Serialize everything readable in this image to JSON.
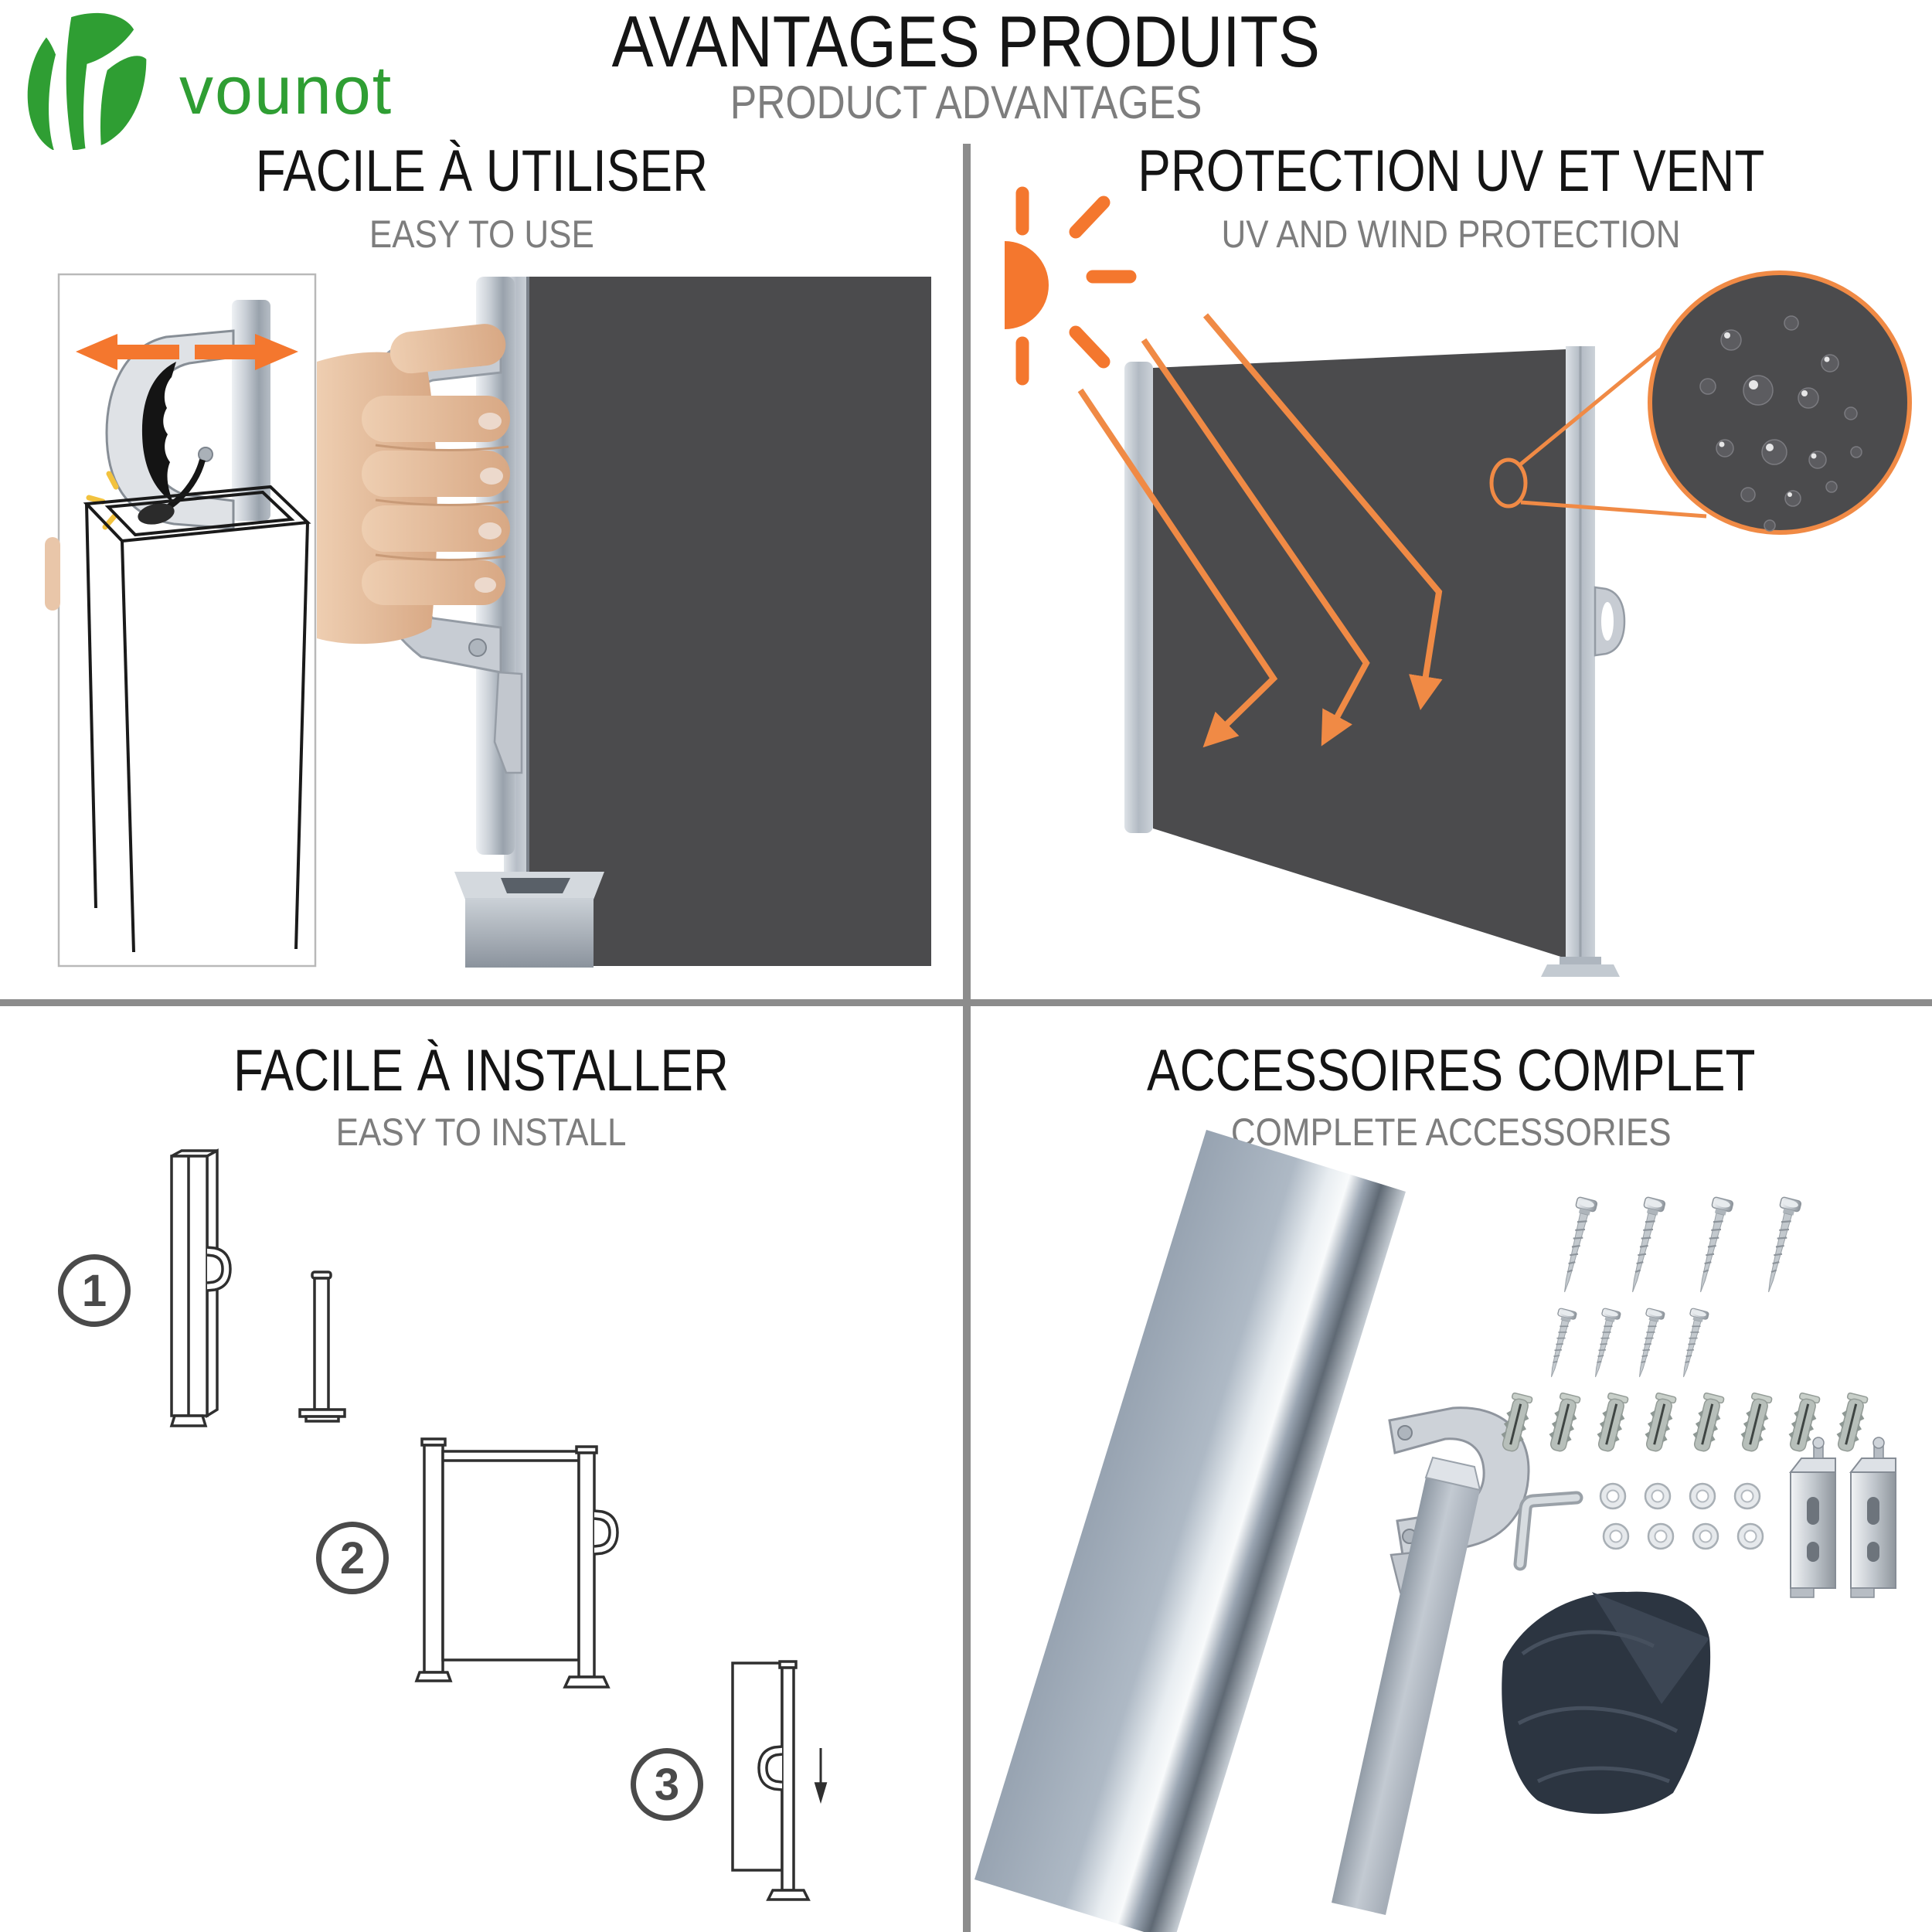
{
  "brand": {
    "name": "vounot"
  },
  "header": {
    "title": "AVANTAGES PRODUITS",
    "subtitle": "PRODUCT ADVANTAGES"
  },
  "quadrants": {
    "q1": {
      "title": "FACILE À UTILISER",
      "subtitle": "EASY TO USE"
    },
    "q2": {
      "title": "PROTECTION UV ET VENT",
      "subtitle": "UV AND WIND PROTECTION"
    },
    "q3": {
      "title": "FACILE À INSTALLER",
      "subtitle": "EASY TO INSTALL",
      "steps": [
        "1",
        "2",
        "3"
      ]
    },
    "q4": {
      "title": "ACCESSOIRES COMPLET",
      "subtitle": "COMPLETE ACCESSORIES"
    }
  },
  "icons": {
    "brand_mark": "leaf-logo-icon",
    "sun": "sun-icon",
    "uv_arrows": "uv-ray-arrow-icon",
    "slide_arrows": "double-arrow-icon",
    "magnifier": "fabric-magnifier-circle",
    "droplets": "water-droplet-icon",
    "install_arrow": "down-arrow-icon"
  },
  "colors": {
    "brand_green": "#2f9e33",
    "accent_orange": "#f4772e",
    "ray_orange": "#f08a45",
    "fabric_dark": "#4b4b4d",
    "divider_gray": "#8c8c8c",
    "text_dark": "#151515",
    "text_gray": "#7d7d7d",
    "metal_light": "#c9ced5",
    "cover_navy": "#2c3541",
    "sparkle_yellow": "#f2c23e"
  }
}
